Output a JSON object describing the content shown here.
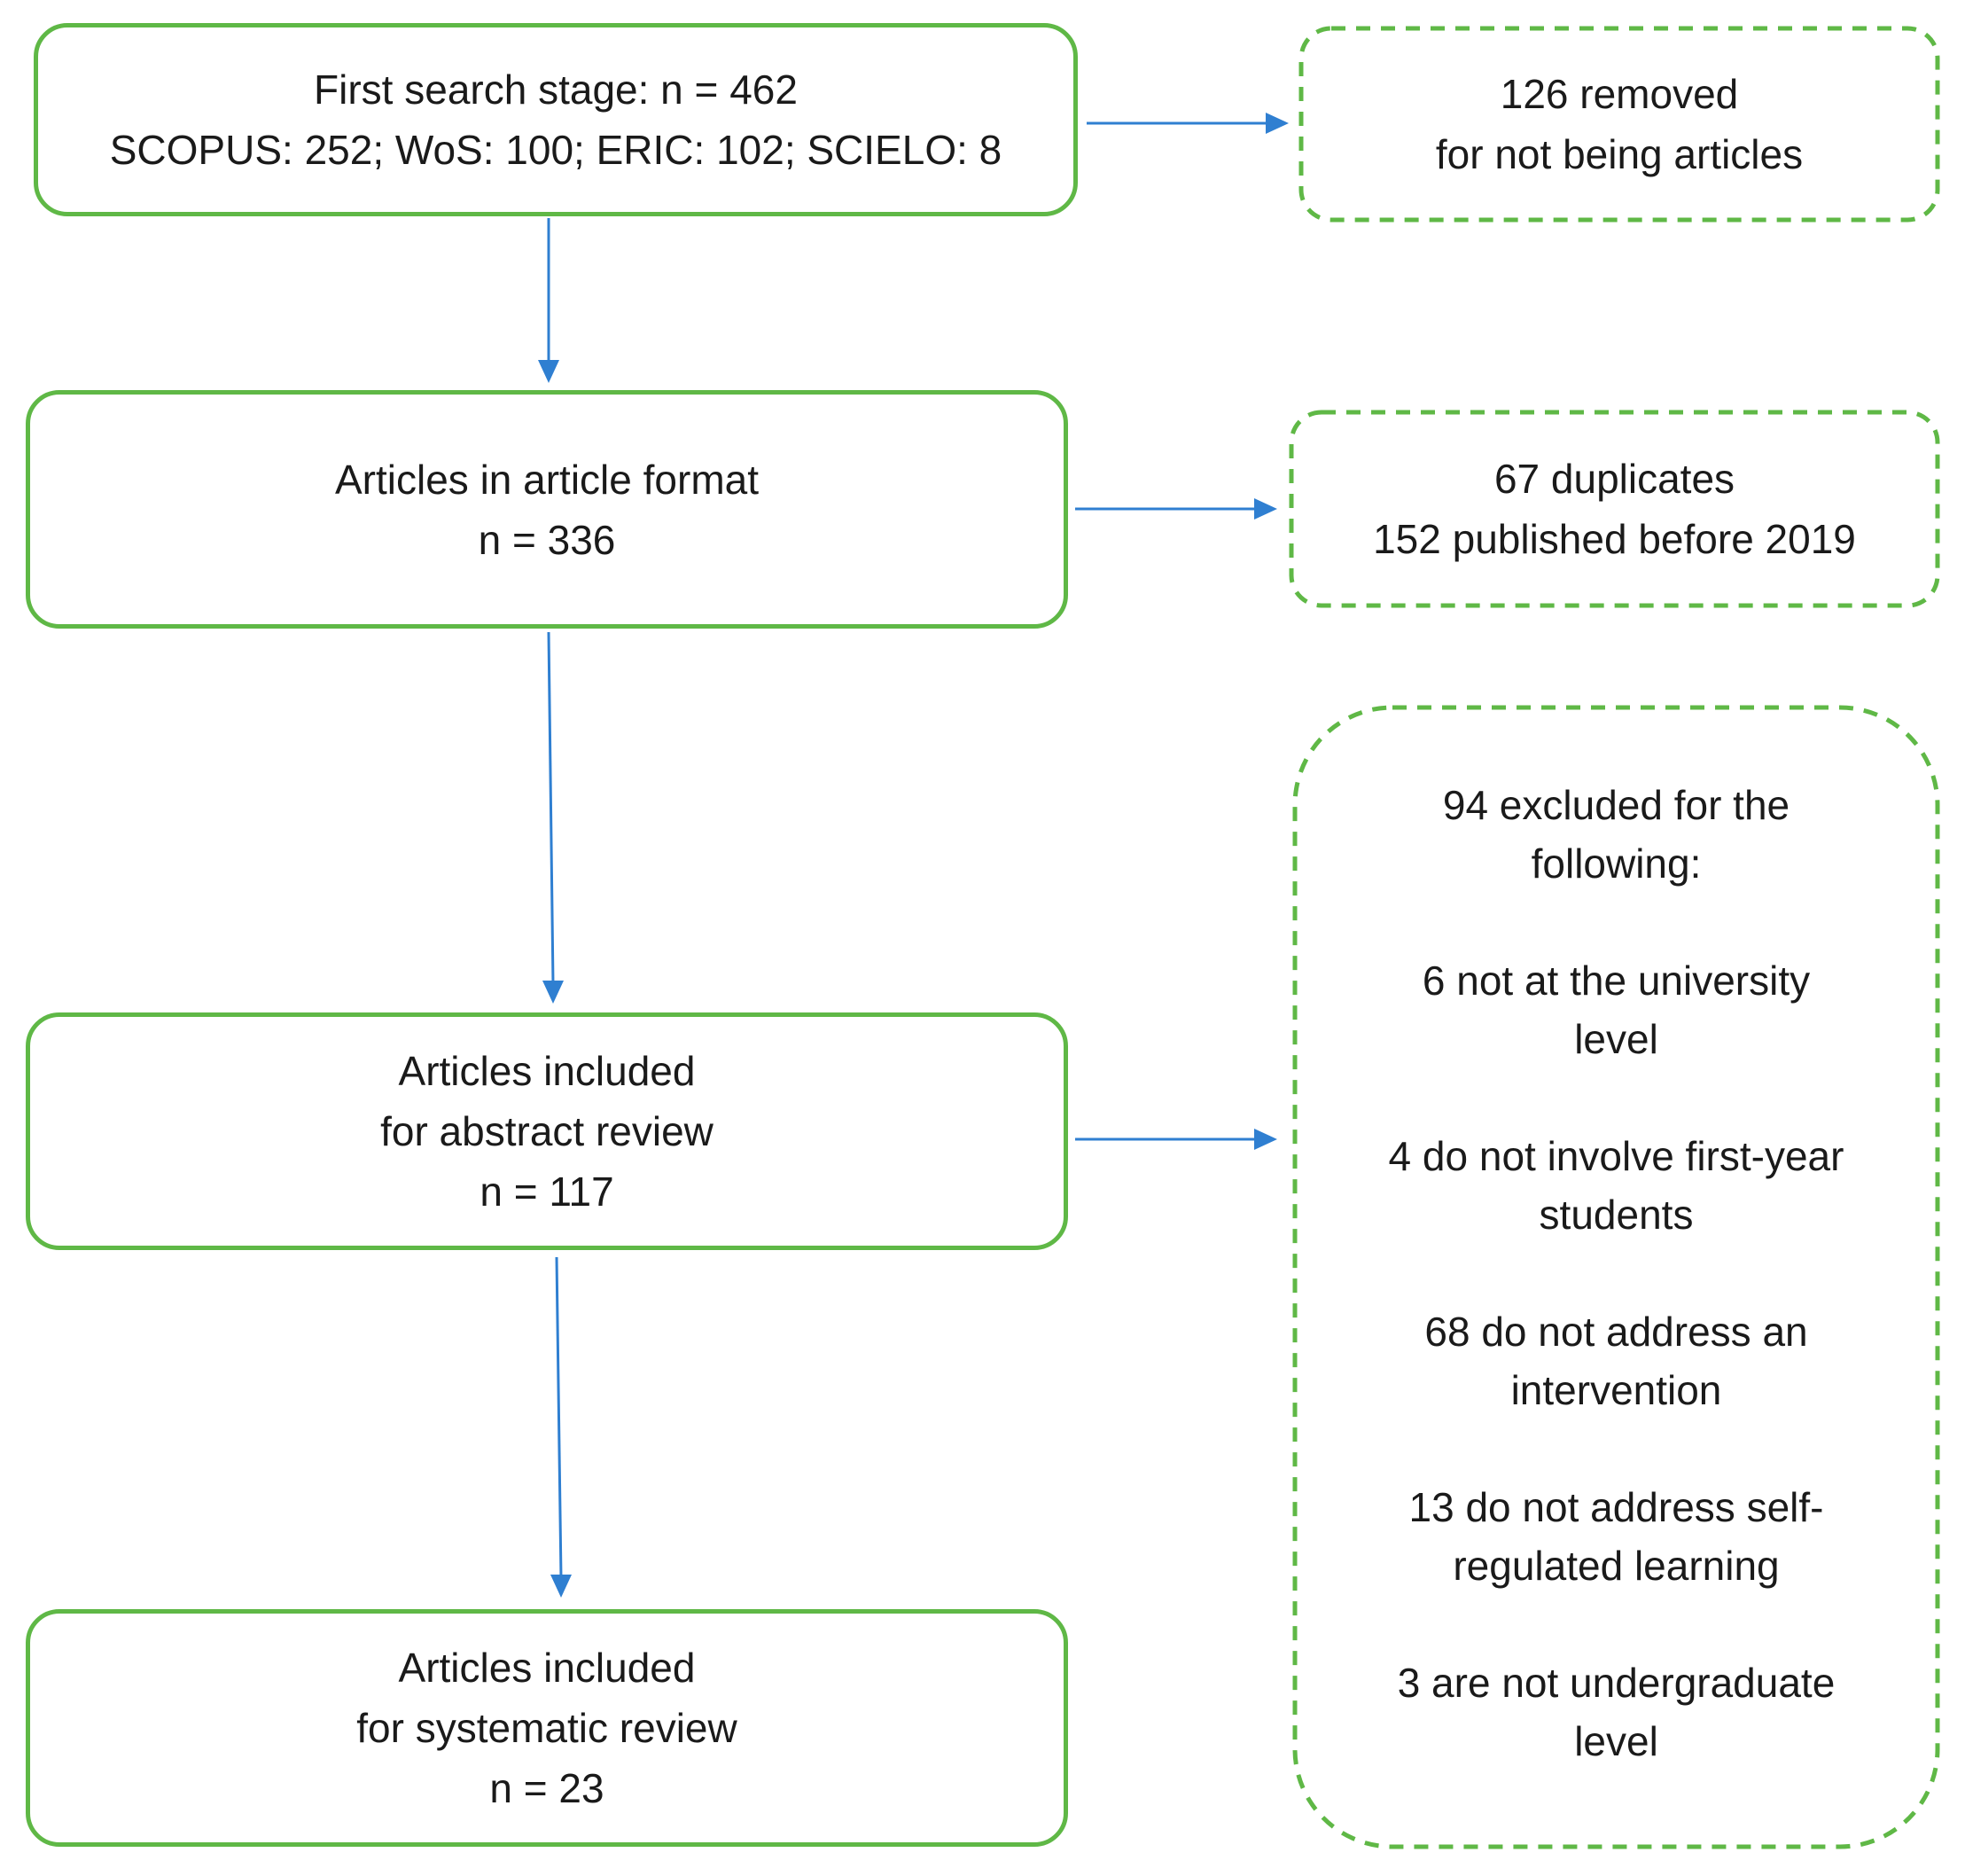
{
  "stages": {
    "first_search": {
      "line1": "First search stage: n = 462",
      "line2": "SCOPUS: 252; WoS: 100; ERIC: 102; SCIELO: 8"
    },
    "article_format": {
      "line1": "Articles in article format",
      "line2": "n = 336"
    },
    "abstract_review": {
      "line1": "Articles included",
      "line2": "for abstract review",
      "line3": "n = 117"
    },
    "systematic_review": {
      "line1": "Articles included",
      "line2": "for systematic review",
      "line3": "n = 23"
    }
  },
  "exclusions": {
    "not_articles": {
      "line1": "126 removed",
      "line2": "for not being articles"
    },
    "duplicates_dates": {
      "line1": "67 duplicates",
      "line2": "152 published before 2019"
    },
    "abstract_exclusions": {
      "header_line1": "94 excluded for the",
      "header_line2": "following:",
      "reasons": [
        {
          "line1": "6 not at the university",
          "line2": "level"
        },
        {
          "line1": "4 do not involve first-year",
          "line2": "students"
        },
        {
          "line1": "68 do not address an",
          "line2": "intervention"
        },
        {
          "line1": "13 do not address self-",
          "line2": "regulated learning"
        },
        {
          "line1": "3 are not undergraduate",
          "line2": "level"
        }
      ]
    }
  },
  "colors": {
    "box_border": "#5fb846",
    "dashed_border": "#5fb846",
    "arrow": "#2f7fd1",
    "text": "#1a1a1a"
  }
}
